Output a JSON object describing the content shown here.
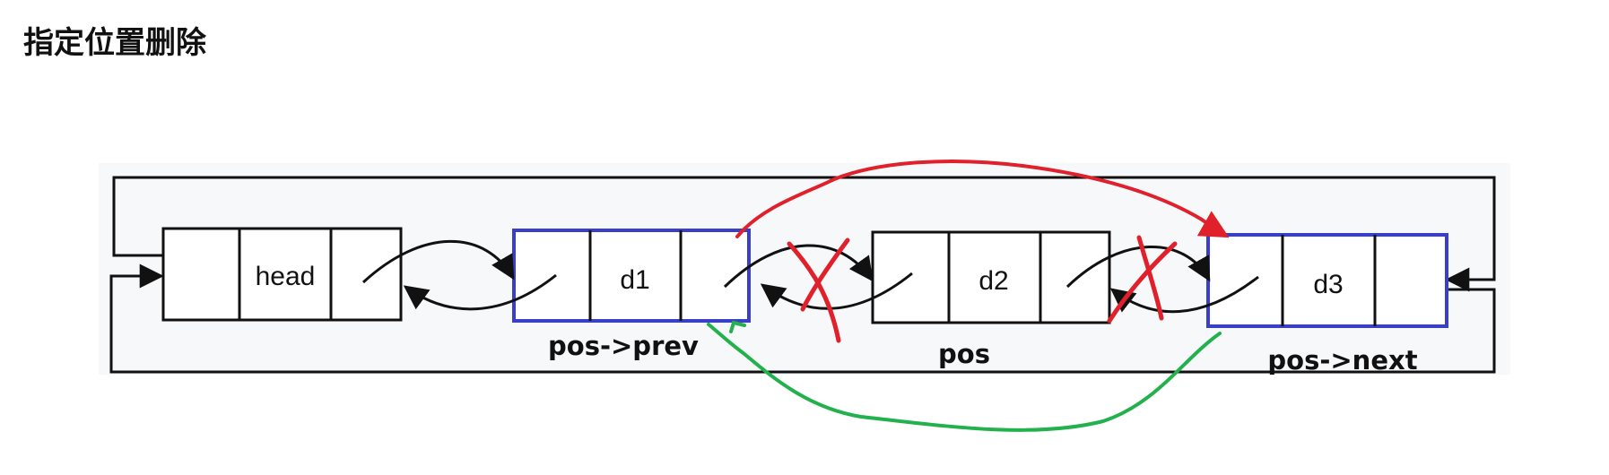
{
  "title": "指定位置删除",
  "nodes": {
    "head": "head",
    "d1": "d1",
    "d2": "d2",
    "d3": "d3"
  },
  "labels": {
    "pos_prev": "pos->prev",
    "pos": "pos",
    "pos_next": "pos->next"
  },
  "colors": {
    "node_border": "#111111",
    "highlight_border": "#3a3fc8",
    "removed_link": "#e0202a",
    "new_next_link": "#e0202a",
    "new_prev_link": "#22b14c"
  }
}
